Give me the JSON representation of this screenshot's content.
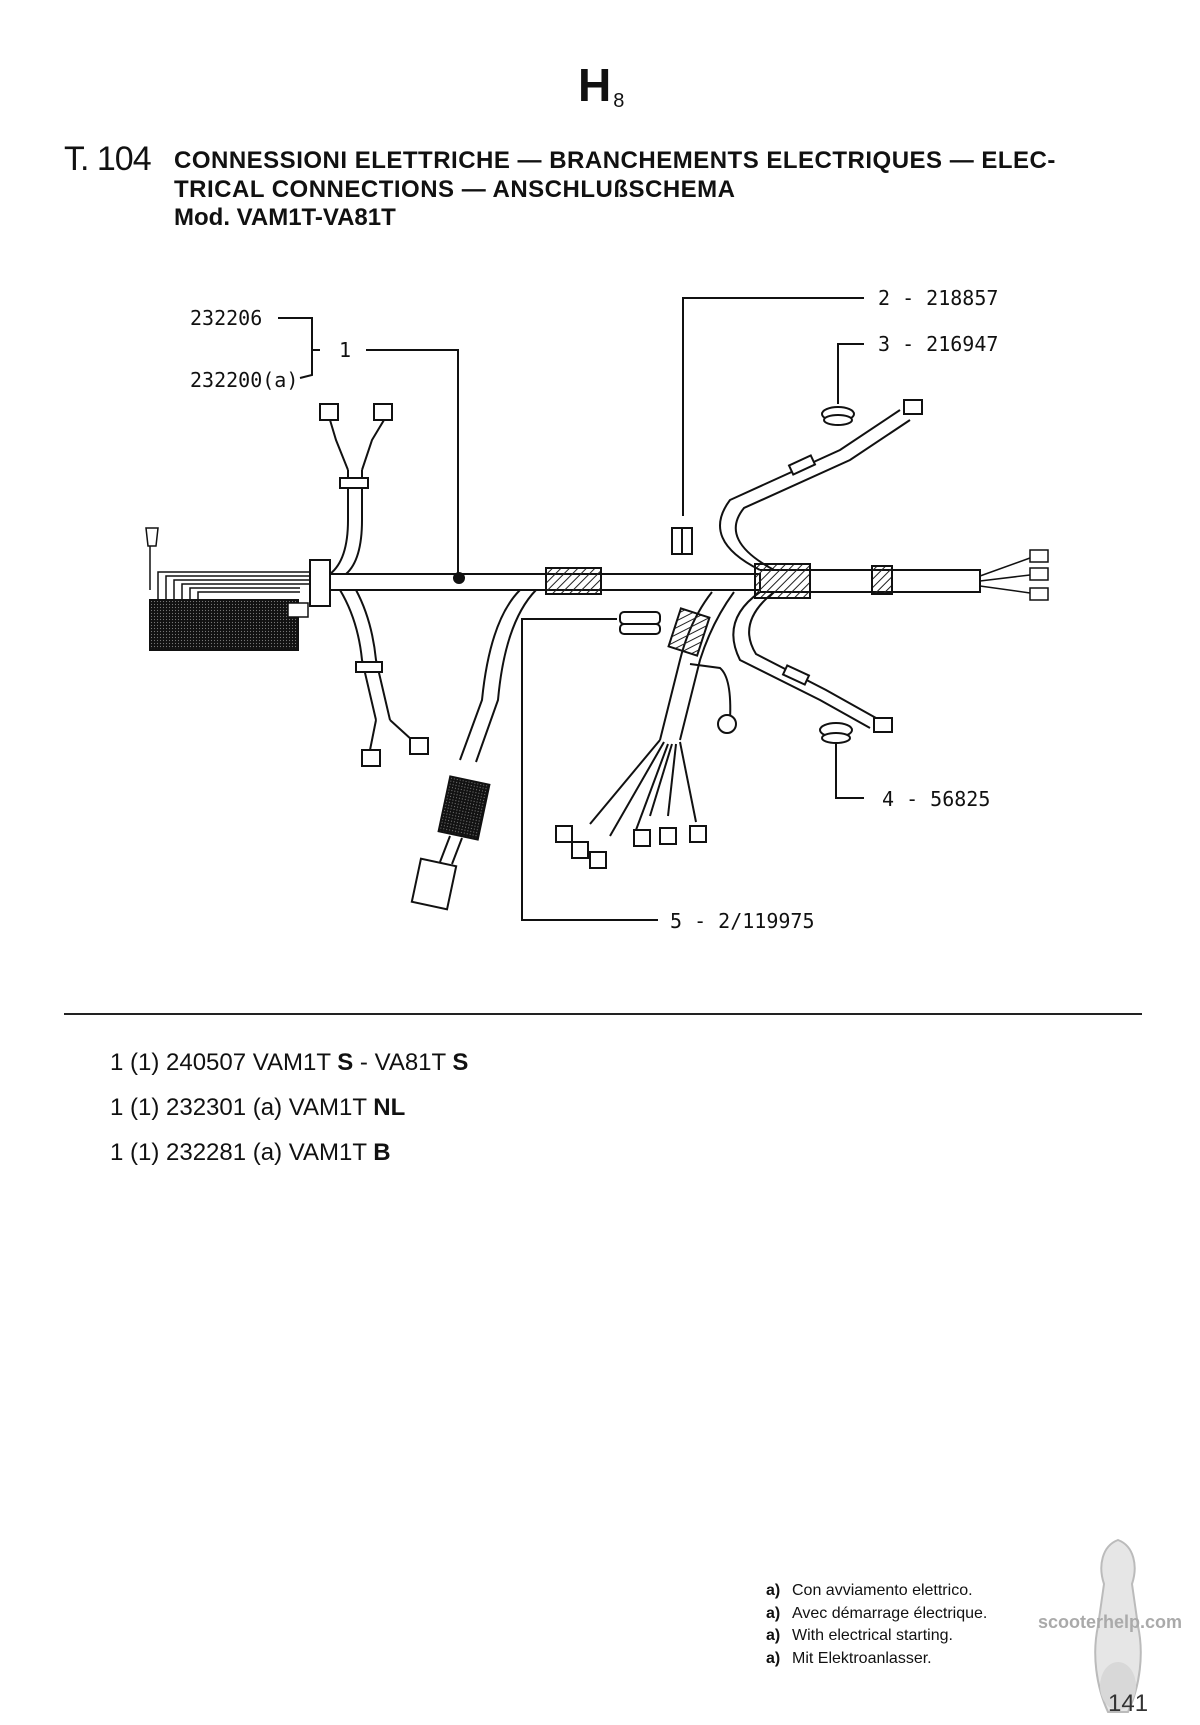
{
  "header": {
    "section_letter": "H",
    "section_index": "8",
    "table_number": "T. 104",
    "title_line1": "CONNESSIONI ELETTRICHE — BRANCHEMENTS ELECTRIQUES — ELEC-",
    "title_line2": "TRICAL CONNECTIONS — ANSCHLUßSCHEMA",
    "model": "Mod. VAM1T-VA81T"
  },
  "callouts": {
    "c232206": "232206",
    "c232200": "232200(a)",
    "c1": "1",
    "c2": "2 - 218857",
    "c3": "3 - 216947",
    "c4": "4 - 56825",
    "c5": "5 - 2/119975"
  },
  "variants": [
    {
      "prefix": "1 (1) 240507 VAM1T ",
      "b1": "S",
      "mid": " - VA81T ",
      "b2": "S"
    },
    {
      "prefix": "1 (1) 232301 (a) VAM1T ",
      "b1": "NL",
      "mid": "",
      "b2": ""
    },
    {
      "prefix": "1 (1) 232281 (a) VAM1T ",
      "b1": "B",
      "mid": "",
      "b2": ""
    }
  ],
  "notes": [
    {
      "key": "a)",
      "text": "Con avviamento elettrico."
    },
    {
      "key": "a)",
      "text": "Avec démarrage électrique."
    },
    {
      "key": "a)",
      "text": "With electrical starting."
    },
    {
      "key": "a)",
      "text": "Mit Elektroanlasser."
    }
  ],
  "watermark": "scooterhelp.com",
  "page_number": "141"
}
